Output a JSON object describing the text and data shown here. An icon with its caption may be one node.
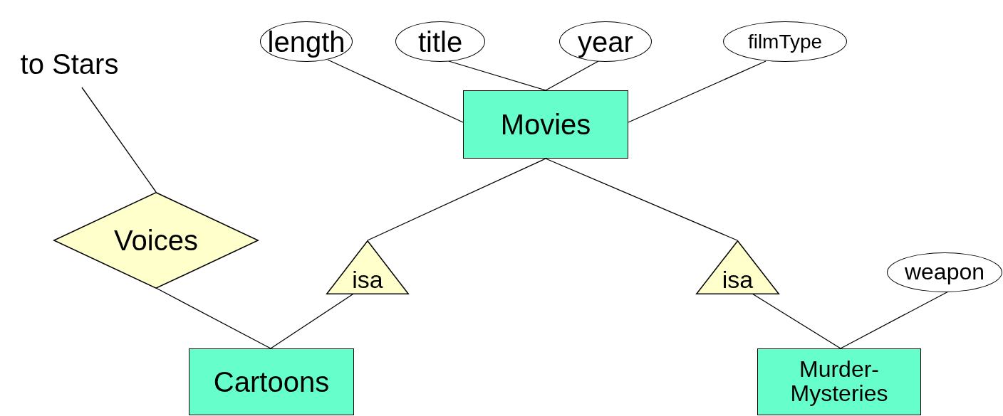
{
  "diagram": {
    "nodes": [
      {
        "text": [
          "length"
        ]
      },
      {
        "text": [
          "title"
        ]
      },
      {
        "text": [
          "year"
        ]
      },
      {
        "text": [
          "filmType"
        ]
      },
      {
        "text": [
          "to Stars"
        ]
      },
      {
        "text": [
          "Movies"
        ]
      },
      {
        "text": [
          "Voices"
        ]
      },
      {
        "text": [
          "isa"
        ]
      },
      {
        "text": [
          "isa"
        ]
      },
      {
        "text": [
          "weapon"
        ]
      },
      {
        "text": [
          "Cartoons"
        ]
      },
      {
        "text": [
          "Murder-Mysteries"
        ]
      }
    ],
    "edges": [
      {
        "from": 0,
        "to": 5,
        "arrow": "none"
      },
      {
        "from": 1,
        "to": 5,
        "arrow": "none"
      },
      {
        "from": 2,
        "to": 5,
        "arrow": "none"
      },
      {
        "from": 3,
        "to": 5,
        "arrow": "none"
      },
      {
        "from": 4,
        "to": 6,
        "arrow": "none"
      },
      {
        "from": 5,
        "to": 7,
        "arrow": "none"
      },
      {
        "from": 5,
        "to": 8,
        "arrow": "none"
      },
      {
        "from": 7,
        "to": 10,
        "arrow": "none"
      },
      {
        "from": 6,
        "to": 10,
        "arrow": "none"
      },
      {
        "from": 8,
        "to": 11,
        "arrow": "none"
      },
      {
        "from": 9,
        "to": 11,
        "arrow": "none"
      }
    ]
  }
}
